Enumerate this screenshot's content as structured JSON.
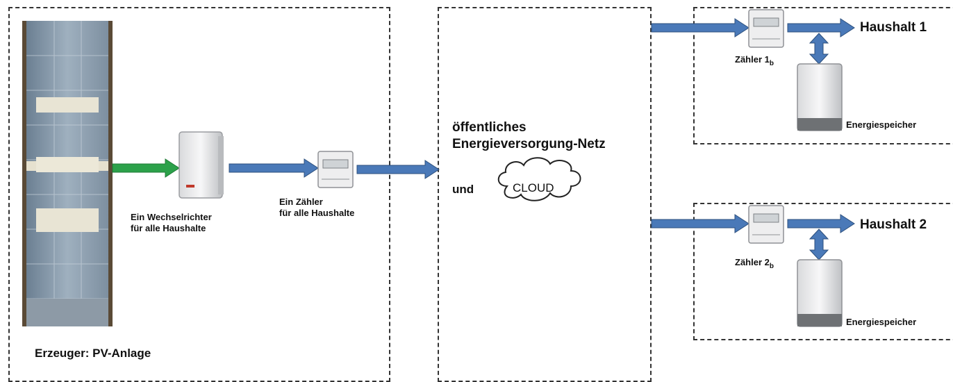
{
  "producer": {
    "title": "Erzeuger: PV-Anlage",
    "inverter_line1": "Ein Wechselrichter",
    "inverter_line2": "für alle Haushalte",
    "meter_line1": "Ein Zähler",
    "meter_line2": "für alle Haushalte"
  },
  "grid": {
    "line1": "öffentliches",
    "line2": "Energieversorgung-Netz",
    "and": "und",
    "cloud": "CLOUD"
  },
  "household1": {
    "title": "Haushalt 1",
    "meter": "Zähler 1",
    "meter_sub": "b",
    "storage": "Energiespeicher"
  },
  "household2": {
    "title": "Haushalt 2",
    "meter": "Zähler 2",
    "meter_sub": "b",
    "storage": "Energiespeicher"
  },
  "colors": {
    "arrow_blue": "#4a79b8",
    "arrow_blue_border": "#2c4f7c",
    "arrow_green": "#2ca14a",
    "dash": "#333333"
  },
  "icons": {
    "pv": "solar-panel-icon",
    "inverter": "inverter-icon",
    "meter": "electricity-meter-icon",
    "storage": "battery-storage-icon",
    "cloud": "cloud-icon"
  }
}
